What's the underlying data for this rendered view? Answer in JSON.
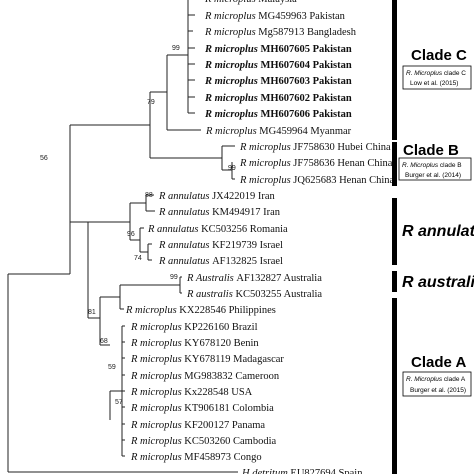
{
  "taxa": [
    {
      "genus": "R",
      "species": "microplus",
      "accession": "",
      "country": "Malaysia",
      "bold": false
    },
    {
      "genus": "R",
      "species": "microplus",
      "accession": "MG459963",
      "country": "Pakistan",
      "bold": false
    },
    {
      "genus": "R",
      "species": "microplus",
      "accession": "Mg587913",
      "country": "Bangladesh",
      "bold": false
    },
    {
      "genus": "R",
      "species": "microplus",
      "accession": "MH607605",
      "country": "Pakistan",
      "bold": true
    },
    {
      "genus": "R",
      "species": "microplus",
      "accession": "MH607604",
      "country": "Pakistan",
      "bold": true
    },
    {
      "genus": "R",
      "species": "microplus",
      "accession": "MH607603",
      "country": "Pakistan",
      "bold": true
    },
    {
      "genus": "R",
      "species": "microplus",
      "accession": "MH607602",
      "country": "Pakistan",
      "bold": true
    },
    {
      "genus": "R",
      "species": "microplus",
      "accession": "MH607606",
      "country": "Pakistan",
      "bold": true
    },
    {
      "genus": "R",
      "species": "microplus",
      "accession": "MG459964",
      "country": "Myanmar",
      "bold": false
    },
    {
      "genus": "R",
      "species": "microplus",
      "accession": "JF758630",
      "country": "Hubei China",
      "bold": false
    },
    {
      "genus": "R",
      "species": "microplus",
      "accession": "JF758636",
      "country": "Henan China",
      "bold": false
    },
    {
      "genus": "R",
      "species": "microplus",
      "accession": "JQ625683",
      "country": "Henan China",
      "bold": false
    },
    {
      "genus": "R",
      "species": "annulatus",
      "accession": "JX422019",
      "country": "Iran",
      "bold": false
    },
    {
      "genus": "R",
      "species": "annulatus",
      "accession": "KM494917",
      "country": "Iran",
      "bold": false
    },
    {
      "genus": "R",
      "species": "annulatus",
      "accession": "KC503256",
      "country": "Romania",
      "bold": false
    },
    {
      "genus": "R",
      "species": "annulatus",
      "accession": "KF219739",
      "country": "Israel",
      "bold": false
    },
    {
      "genus": "R",
      "species": "annulatus",
      "accession": "AF132825",
      "country": "Israel",
      "bold": false
    },
    {
      "genus": "R",
      "species": "Australis",
      "accession": "AF132827",
      "country": "Australia",
      "bold": false
    },
    {
      "genus": "R",
      "species": "australis",
      "accession": "KC503255",
      "country": "Australia",
      "bold": false
    },
    {
      "genus": "R",
      "species": "microplus",
      "accession": "KX228546",
      "country": "Philippines",
      "bold": false
    },
    {
      "genus": "R",
      "species": "microplus",
      "accession": "KP226160",
      "country": "Brazil",
      "bold": false
    },
    {
      "genus": "R",
      "species": "microplus",
      "accession": "KY678120",
      "country": "Benin",
      "bold": false
    },
    {
      "genus": "R",
      "species": "microplus",
      "accession": "KY678119",
      "country": "Madagascar",
      "bold": false
    },
    {
      "genus": "R",
      "species": "microplus",
      "accession": "MG983832",
      "country": "Cameroon",
      "bold": false
    },
    {
      "genus": "R",
      "species": "microplus",
      "accession": "Kx228548",
      "country": "USA",
      "bold": false
    },
    {
      "genus": "R",
      "species": "microplus",
      "accession": "KT906181",
      "country": "Colombia",
      "bold": false
    },
    {
      "genus": "R",
      "species": "microplus",
      "accession": "KF200127",
      "country": "Panama",
      "bold": false
    },
    {
      "genus": "R",
      "species": "microplus",
      "accession": "KC503260",
      "country": "Cambodia",
      "bold": false
    },
    {
      "genus": "R",
      "species": "microplus",
      "accession": "MF458973",
      "country": "Congo",
      "bold": false
    },
    {
      "genus": "H",
      "species": "detritum",
      "accession": "EU827694",
      "country": "Spain",
      "bold": false
    }
  ],
  "bootstrap": [
    "99",
    "79",
    "99",
    "56",
    "88",
    "96",
    "74",
    "99",
    "81",
    "68",
    "59",
    "57"
  ],
  "clades": {
    "c_title": "Clade C",
    "c_note_species": "R. Microplus",
    "c_note_rest": " clade C",
    "c_note_ref": "Low et al. (2015)",
    "b_title": "Clade B",
    "b_note_species": "R. Microplus",
    "b_note_rest": " clade B",
    "b_note_ref": "Burger et al. (2014)",
    "annulatus_title": "R annulatus",
    "australis_title": "R australis",
    "a_title": "Clade A",
    "a_note_species": "R. Microplus",
    "a_note_rest": " clade A",
    "a_note_ref": "Burger et al. (2015)"
  }
}
